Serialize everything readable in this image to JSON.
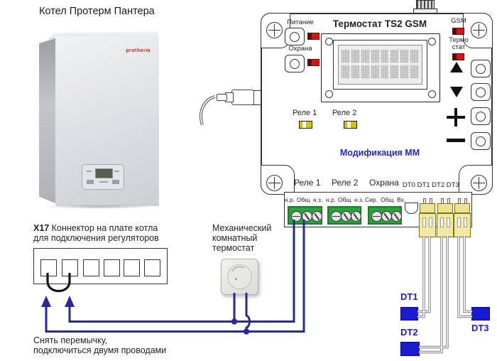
{
  "colors": {
    "wire_blue": "#28289B",
    "sensor_blue": "#1a1ad1",
    "modification_blue": "#2028cc",
    "led_red": "#e01010",
    "led_yellow": "#cfc400",
    "terminal_green": "#2da03e",
    "connector_yellow": "#f1e9a6",
    "logo_red": "#c43227"
  },
  "icons": {
    "antenna": "hatched-sma-connector",
    "corner_screw": "circle-cross-screw",
    "terminal_screw": "slotted-screw",
    "up": "triangle-up",
    "down": "triangle-down",
    "plus": "plus-sign",
    "minus": "minus-sign",
    "power_plug": "dc-plug-with-cable",
    "jumper": "black-arc-jumper",
    "wire_arrow": "blue-up-arrow"
  },
  "boiler": {
    "title": "Котел Протерм Пантера",
    "logo": "protherm"
  },
  "device": {
    "title": "Термостат TS2 GSM",
    "power": "Питание",
    "guard": "Охрана",
    "gsm": "GSM",
    "thermo1": "Термо",
    "thermo2": "стат",
    "relay1": "Реле 1",
    "relay2": "Реле 2",
    "modification": "Модификация ММ",
    "bottom": {
      "relay1": "Реле 1",
      "relay2": "Реле 2",
      "guard": "Охрана",
      "dt": "DT0 DT1 DT2 DT3"
    }
  },
  "terminals": {
    "labels": [
      "н.р.",
      "Общ",
      "н.з.",
      "н.р.",
      "Общ",
      "н.з.",
      "Сир.",
      "Общ",
      "Вх."
    ]
  },
  "x17": {
    "code": "X17",
    "line1": "Коннектор на плате котла",
    "line2": "для подключения регуляторов"
  },
  "room_thermostat": {
    "lines": [
      "Механический",
      "комнатный",
      "термостат"
    ]
  },
  "note": {
    "line1": "Снять перемычку,",
    "line2": "подключиться двумя проводами"
  },
  "sensors": {
    "dt1": "DT1",
    "dt2": "DT2",
    "dt3": "DT3"
  }
}
